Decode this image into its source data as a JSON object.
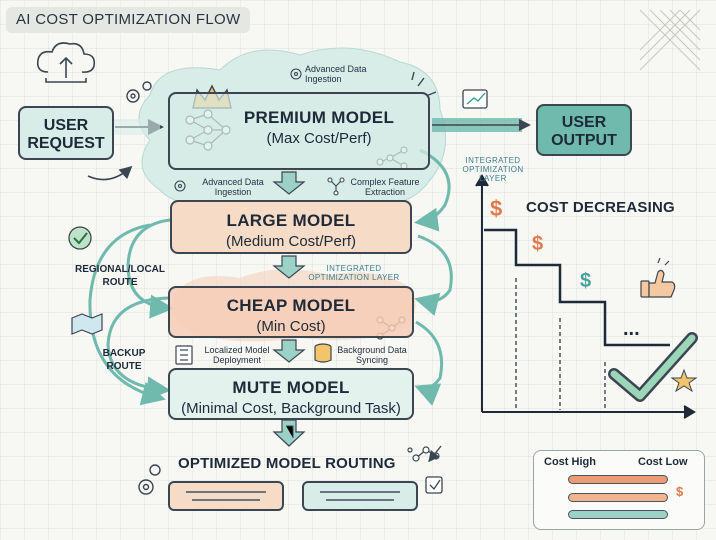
{
  "header": {
    "title": "AI COST OPTIMIZATION FLOW"
  },
  "input": {
    "label": "USER REQUEST"
  },
  "output": {
    "label": "USER OUTPUT"
  },
  "models": [
    {
      "name": "PREMIUM MODEL",
      "detail": "(Max Cost/Perf)",
      "color": "#d9ece7"
    },
    {
      "name": "LARGE MODEL",
      "detail": "(Medium Cost/Perf)",
      "color": "#f6dcc6"
    },
    {
      "name": "CHEAP MODEL",
      "detail": "(Min Cost)",
      "color": "#f6cdb6"
    },
    {
      "name": "MUTE MODEL",
      "detail": "(Minimal Cost, Background Task)",
      "color": "#e4f2ee"
    }
  ],
  "features": {
    "ingestion_top": "Advanced Data Ingestion",
    "ingestion_mid": "Advanced Data Ingestion",
    "feature_extraction": "Complex Feature Extraction",
    "localized": "Localized Model Deployment",
    "syncing": "Background Data Syncing"
  },
  "annotations": {
    "integrated_layer_1": "INTEGRATED OPTIMIZATION LAYER",
    "integrated_layer_2": "INTEGRATED OPTIMIZATION LAYER",
    "regional_route": "REGIONAL/LOCAL ROUTE",
    "backup_route": "BACKUP ROUTE",
    "dots": "..."
  },
  "cost_chart": {
    "title": "COST DECREASING",
    "currency_symbol": "$"
  },
  "routing": {
    "title": "OPTIMIZED MODEL ROUTING"
  },
  "legend": {
    "high": "Cost High",
    "low": "Cost Low"
  },
  "colors": {
    "teal": "#6fb9ad",
    "teal_dark": "#2f6f73",
    "orange": "#ec9c74",
    "ink": "#3c4650"
  }
}
